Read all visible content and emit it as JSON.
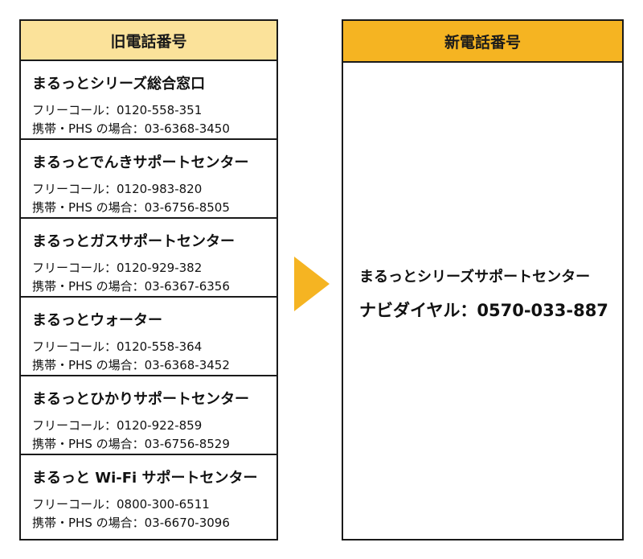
{
  "old": {
    "header": "旧電話番号",
    "services": [
      {
        "name": "まるっとシリーズ総合窓口",
        "free": "フリーコール：0120-558-351",
        "mobile": "携帯・PHS の場合：03-6368-3450"
      },
      {
        "name": "まるっとでんきサポートセンター",
        "free": "フリーコール：0120-983-820",
        "mobile": "携帯・PHS の場合：03-6756-8505"
      },
      {
        "name": "まるっとガスサポートセンター",
        "free": "フリーコール：0120-929-382",
        "mobile": "携帯・PHS の場合：03-6367-6356"
      },
      {
        "name": "まるっとウォーター",
        "free": "フリーコール：0120-558-364",
        "mobile": "携帯・PHS の場合：03-6368-3452"
      },
      {
        "name": "まるっとひかりサポートセンター",
        "free": "フリーコール：0120-922-859",
        "mobile": "携帯・PHS の場合：03-6756-8529"
      },
      {
        "name": "まるっと Wi-Fi サポートセンター",
        "free": "フリーコール：0800-300-6511",
        "mobile": "携帯・PHS の場合：03-6670-3096"
      }
    ]
  },
  "new": {
    "header": "新電話番号",
    "name": "まるっとシリーズサポートセンター",
    "phone": "ナビダイヤル：0570-033-887"
  },
  "colors": {
    "old_header_bg": "#fbe29a",
    "new_header_bg": "#f5b422",
    "arrow": "#f5b422",
    "border": "#1a1a1a"
  },
  "icons": {
    "arrow": "right-triangle-arrow-icon"
  }
}
